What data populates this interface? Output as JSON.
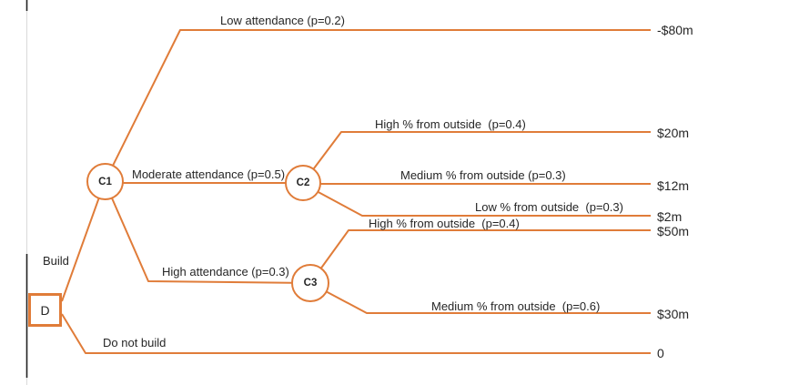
{
  "colors": {
    "accent": "#E07C39",
    "text": "#262626",
    "guide_line": "#D9D9D9",
    "guide_line_dark": "#222222"
  },
  "nodes": {
    "d": {
      "label": "D",
      "type": "decision"
    },
    "c1": {
      "label": "C1",
      "type": "chance"
    },
    "c2": {
      "label": "C2",
      "type": "chance"
    },
    "c3": {
      "label": "C3",
      "type": "chance"
    }
  },
  "branches": {
    "build": {
      "from": "D",
      "label": "Build"
    },
    "do_not_build": {
      "from": "D",
      "label": "Do not build",
      "payoff": "0"
    },
    "low_attendance": {
      "from": "C1",
      "label": "Low attendance (p=0.2)",
      "payoff": "-$80m"
    },
    "moderate_attendance": {
      "from": "C1",
      "label": "Moderate attendance (p=0.5)"
    },
    "high_attendance": {
      "from": "C1",
      "label": "High attendance (p=0.3)"
    },
    "c2_high": {
      "from": "C2",
      "label": "High % from outside  (p=0.4)",
      "payoff": "$20m"
    },
    "c2_medium": {
      "from": "C2",
      "label": "Medium % from outside (p=0.3)",
      "payoff": "$12m"
    },
    "c2_low": {
      "from": "C2",
      "label": "Low % from outside  (p=0.3)",
      "payoff": "$2m"
    },
    "c3_high": {
      "from": "C3",
      "label": "High % from outside  (p=0.4)",
      "payoff": "$50m"
    },
    "c3_medium": {
      "from": "C3",
      "label": "Medium % from outside  (p=0.6)",
      "payoff": "$30m"
    }
  }
}
